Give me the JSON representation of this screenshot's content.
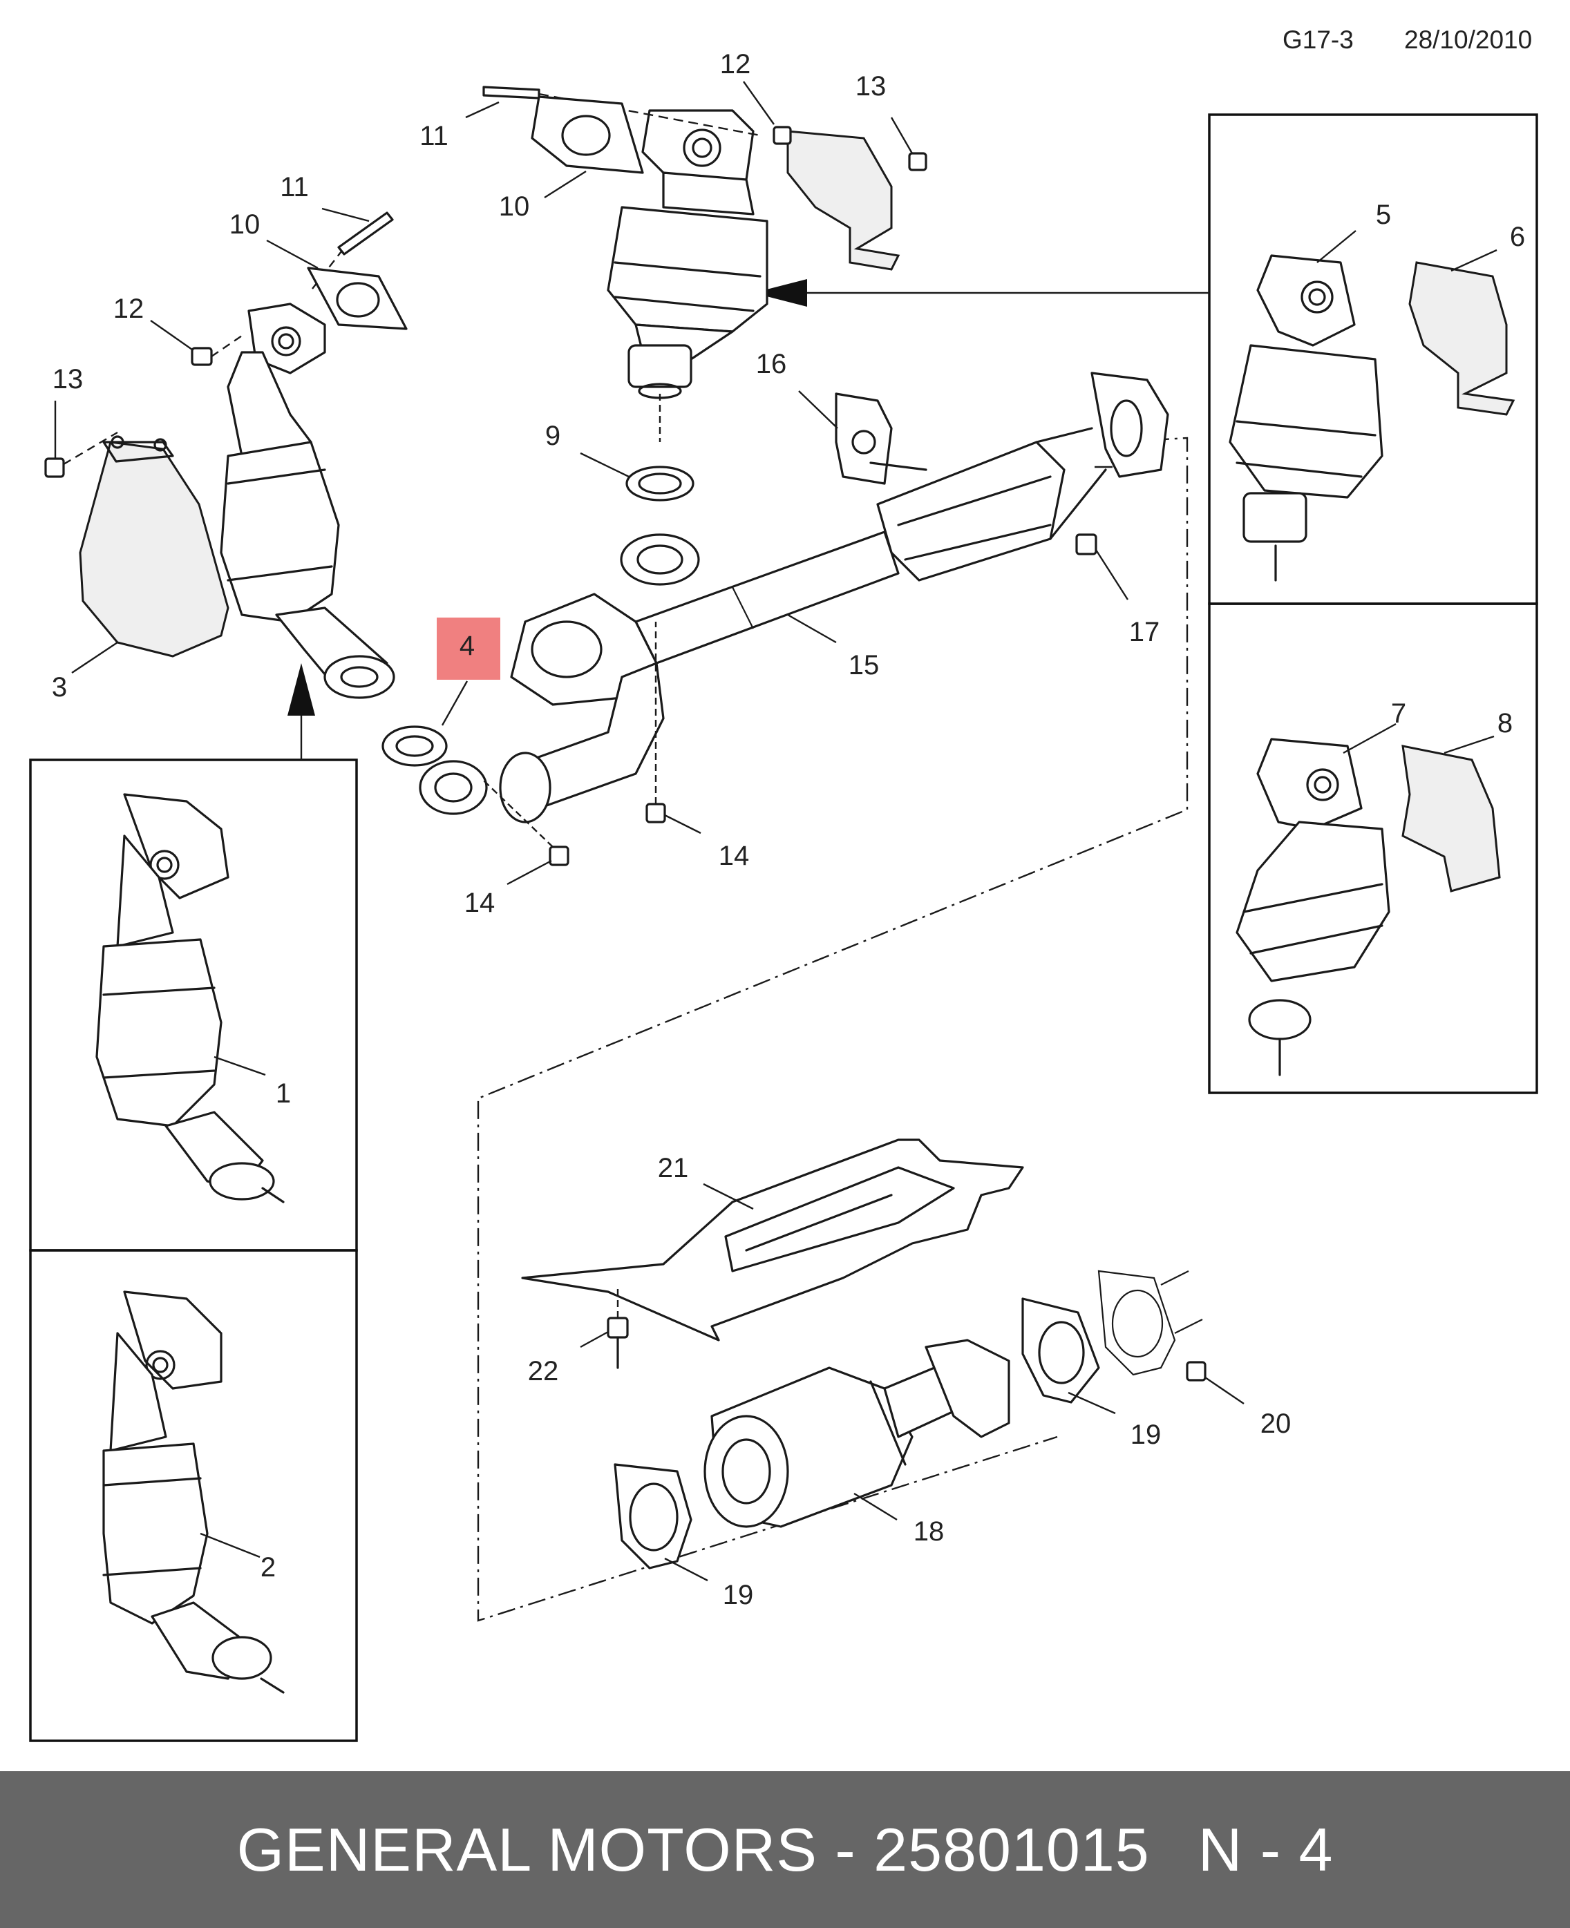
{
  "header": {
    "code": "G17-3",
    "date": "28/10/2010"
  },
  "highlight": {
    "label": "4",
    "color": "#f08080"
  },
  "callouts": {
    "c1": "1",
    "c2": "2",
    "c3": "3",
    "c5": "5",
    "c6": "6",
    "c7": "7",
    "c8": "8",
    "c9": "9",
    "c10a": "10",
    "c10b": "10",
    "c11a": "11",
    "c11b": "11",
    "c12a": "12",
    "c12b": "12",
    "c13a": "13",
    "c13b": "13",
    "c14a": "14",
    "c14b": "14",
    "c15": "15",
    "c16": "16",
    "c17": "17",
    "c18": "18",
    "c19a": "19",
    "c19b": "19",
    "c20": "20",
    "c21": "21",
    "c22": "22"
  },
  "footer": {
    "brand": "GENERAL MOTORS",
    "separator": " - ",
    "part_number": "25801015",
    "position": "N - 4"
  },
  "colors": {
    "footer_bg": "#666666",
    "footer_text": "#ffffff",
    "line": "#1a1a1a"
  }
}
